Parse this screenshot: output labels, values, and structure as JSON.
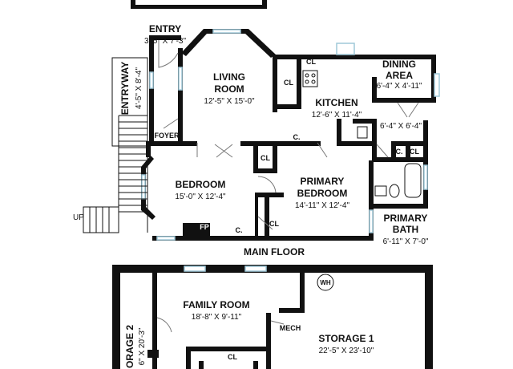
{
  "main_floor": {
    "title": "MAIN FLOOR",
    "rooms": {
      "entry": {
        "name": "ENTRY",
        "dims": "3'-5\" X 7'-3\""
      },
      "entryway": {
        "name": "ENTRYWAY",
        "dims": "4'-5\" X 8'-4\""
      },
      "living": {
        "name_line1": "LIVING",
        "name_line2": "ROOM",
        "dims": "12'-5\" X 15'-0\""
      },
      "kitchen": {
        "name": "KITCHEN",
        "dims": "12'-6\" X 11'-4\""
      },
      "dining": {
        "name_line1": "DINING",
        "name_line2": "AREA",
        "dims": "6'-4\" X 4'-11\""
      },
      "closet_dim": {
        "dims": "6'-4\" X 6'-4\""
      },
      "foyer": {
        "name": "FOYER"
      },
      "bedroom": {
        "name": "BEDROOM",
        "dims": "15'-0\" X 12'-4\""
      },
      "primary_bedroom": {
        "name_line1": "PRIMARY",
        "name_line2": "BEDROOM",
        "dims": "14'-11\" X 12'-4\""
      },
      "primary_bath": {
        "name_line1": "PRIMARY",
        "name_line2": "BATH",
        "dims": "6'-11\" X 7'-0\""
      }
    },
    "tags": {
      "cl": "CL",
      "c": "C.",
      "fp": "FP",
      "up": "UP"
    }
  },
  "lower_floor": {
    "rooms": {
      "family": {
        "name": "FAMILY ROOM",
        "dims": "18'-8\" X 9'-11\""
      },
      "storage1": {
        "name": "STORAGE 1",
        "dims": "22'-5\" X 23'-10\""
      },
      "storage2": {
        "name": "ORAGE 2",
        "dims": "6\" X 20'-3\""
      }
    },
    "tags": {
      "mech": "MECH",
      "wh": "WH",
      "cl": "CL"
    }
  }
}
